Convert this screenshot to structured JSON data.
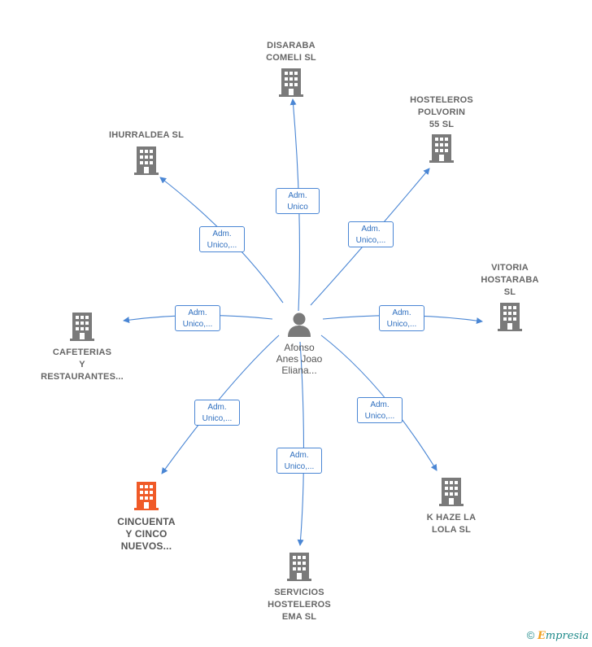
{
  "center": {
    "name_lines": [
      "Afonso",
      "Anes Joao",
      "Eliana..."
    ]
  },
  "companies": [
    {
      "id": "disaraba",
      "lines": [
        "DISARABA",
        "COMELI  SL"
      ],
      "highlight": false
    },
    {
      "id": "hosteleros-polvorin",
      "lines": [
        "HOSTELEROS",
        "POLVORIN",
        "55  SL"
      ],
      "highlight": false
    },
    {
      "id": "ihurraldea",
      "lines": [
        "IHURRALDEA SL"
      ],
      "highlight": false
    },
    {
      "id": "vitoria",
      "lines": [
        "VITORIA",
        "HOSTARABA",
        "SL"
      ],
      "highlight": false
    },
    {
      "id": "cafeterias",
      "lines": [
        "CAFETERIAS",
        "Y",
        "RESTAURANTES..."
      ],
      "highlight": false
    },
    {
      "id": "cincuenta",
      "lines": [
        "CINCUENTA",
        "Y CINCO",
        "NUEVOS..."
      ],
      "highlight": true
    },
    {
      "id": "k-haze",
      "lines": [
        "K HAZE LA",
        "LOLA  SL"
      ],
      "highlight": false
    },
    {
      "id": "servicios",
      "lines": [
        "SERVICIOS",
        "HOSTELEROS",
        "EMA  SL"
      ],
      "highlight": false
    }
  ],
  "roles": [
    {
      "lines": [
        "Adm.",
        "Unico"
      ]
    },
    {
      "lines": [
        "Adm.",
        "Unico,..."
      ]
    },
    {
      "lines": [
        "Adm.",
        "Unico,..."
      ]
    },
    {
      "lines": [
        "Adm.",
        "Unico,..."
      ]
    },
    {
      "lines": [
        "Adm.",
        "Unico,..."
      ]
    },
    {
      "lines": [
        "Adm.",
        "Unico,..."
      ]
    },
    {
      "lines": [
        "Adm.",
        "Unico,..."
      ]
    },
    {
      "lines": [
        "Adm.",
        "Unico,..."
      ]
    }
  ],
  "colors": {
    "edge": "#4a86d4",
    "building": "#7a7a7a",
    "building_highlight": "#f05a28",
    "person": "#7a7a7a"
  },
  "footer": {
    "copyright": "©",
    "brand_first": "E",
    "brand_rest": "mpresia"
  }
}
